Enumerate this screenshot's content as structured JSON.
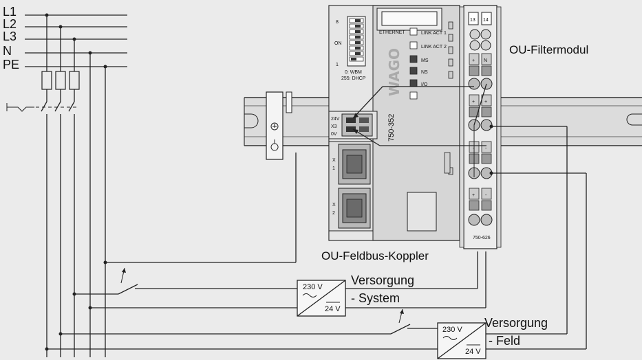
{
  "mains": {
    "l1": "L1",
    "l2": "L2",
    "l3": "L3",
    "n": "N",
    "pe": "PE"
  },
  "filter_module": {
    "title": "OU-Filtermodul",
    "top_labels": [
      "13",
      "14"
    ],
    "signs": [
      "+",
      "N",
      "+",
      "+",
      "-",
      "-",
      "+",
      "-"
    ],
    "part_number": "750-626"
  },
  "coupler": {
    "title": "OU-Feldbus-Koppler",
    "part_number": "750-352",
    "brand": "WAGO",
    "dip_labels": {
      "eight": "8",
      "on": "ON",
      "one": "1",
      "note1": "0: WBM",
      "note2": "255: DHCP"
    },
    "leds": {
      "ethernet": "ETHERNET",
      "link1": "LINK ACT 1",
      "link2": "LINK ACT 2",
      "ms": "MS",
      "ns": "NS",
      "io": "I/O"
    },
    "terminals": {
      "v24": "24V",
      "x3": "X3",
      "v0": "0V"
    },
    "ports": {
      "x1_a": "X",
      "x1_b": "1",
      "x2_a": "X",
      "x2_b": "2"
    }
  },
  "supplies": {
    "system": {
      "in": "230 V",
      "out": "24 V",
      "line1": "Versorgung",
      "line2": "- System"
    },
    "field": {
      "in": "230 V",
      "out": "24 V",
      "line1": "Versorgung",
      "line2": "- Feld"
    }
  }
}
